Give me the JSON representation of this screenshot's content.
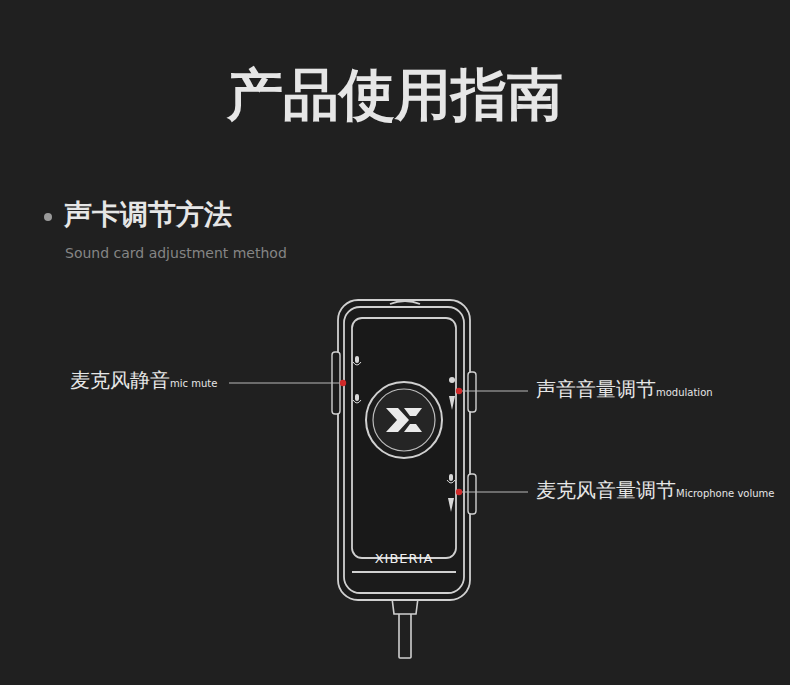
{
  "diagram": {
    "title": "产品使用指南",
    "labels": [
      "声卡调节方法",
      "Sound card adjustment method",
      "麦克风静音",
      "mic mute",
      "声音音量调节",
      "modulation",
      "麦克风音量调节",
      "Microphone volume",
      "XIBERIA"
    ]
  }
}
